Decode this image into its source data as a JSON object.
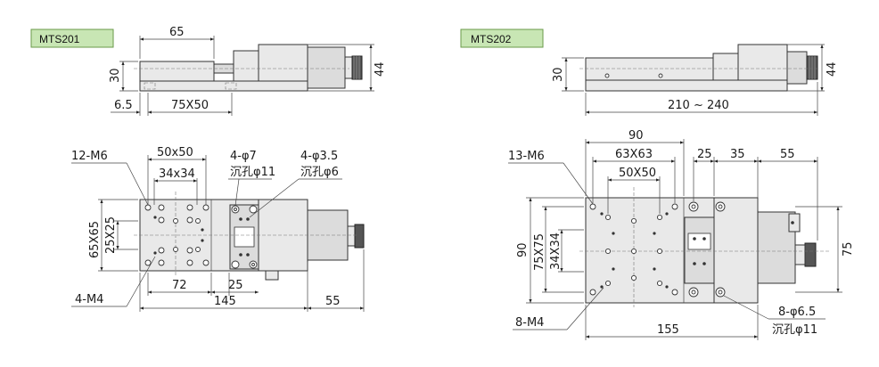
{
  "colors": {
    "tag_bg": "#c8e6b4",
    "tag_border": "#6a9a4a",
    "line": "#333333"
  },
  "mts201": {
    "tag": "MTS201",
    "side": {
      "d65": "65",
      "d30": "30",
      "d44": "44",
      "d6_5": "6.5",
      "d75x50": "75X50"
    },
    "top": {
      "m6": "12-M6",
      "d50x50": "50x50",
      "d34x34": "34x34",
      "phi7": "4-φ7",
      "cb11": "沉孔φ11",
      "phi35": "4-φ3.5",
      "cb6": "沉孔φ6",
      "d65x65": "65X65",
      "d25x25": "25X25",
      "d72": "72",
      "d25": "25",
      "m4": "4-M4",
      "d145": "145",
      "d55": "55"
    }
  },
  "mts202": {
    "tag": "MTS202",
    "side": {
      "d30": "30",
      "d44": "44",
      "d210": "210 ~ 240"
    },
    "top": {
      "d90top": "90",
      "m6": "13-M6",
      "d63x63": "63X63",
      "d50x50": "50X50",
      "d25": "25",
      "d35": "35",
      "d55": "55",
      "d90": "90",
      "d75x75": "75X75",
      "d34x34": "34X34",
      "d75": "75",
      "m4": "8-M4",
      "d155": "155",
      "phi65": "8-φ6.5",
      "cb11": "沉孔φ11"
    }
  }
}
